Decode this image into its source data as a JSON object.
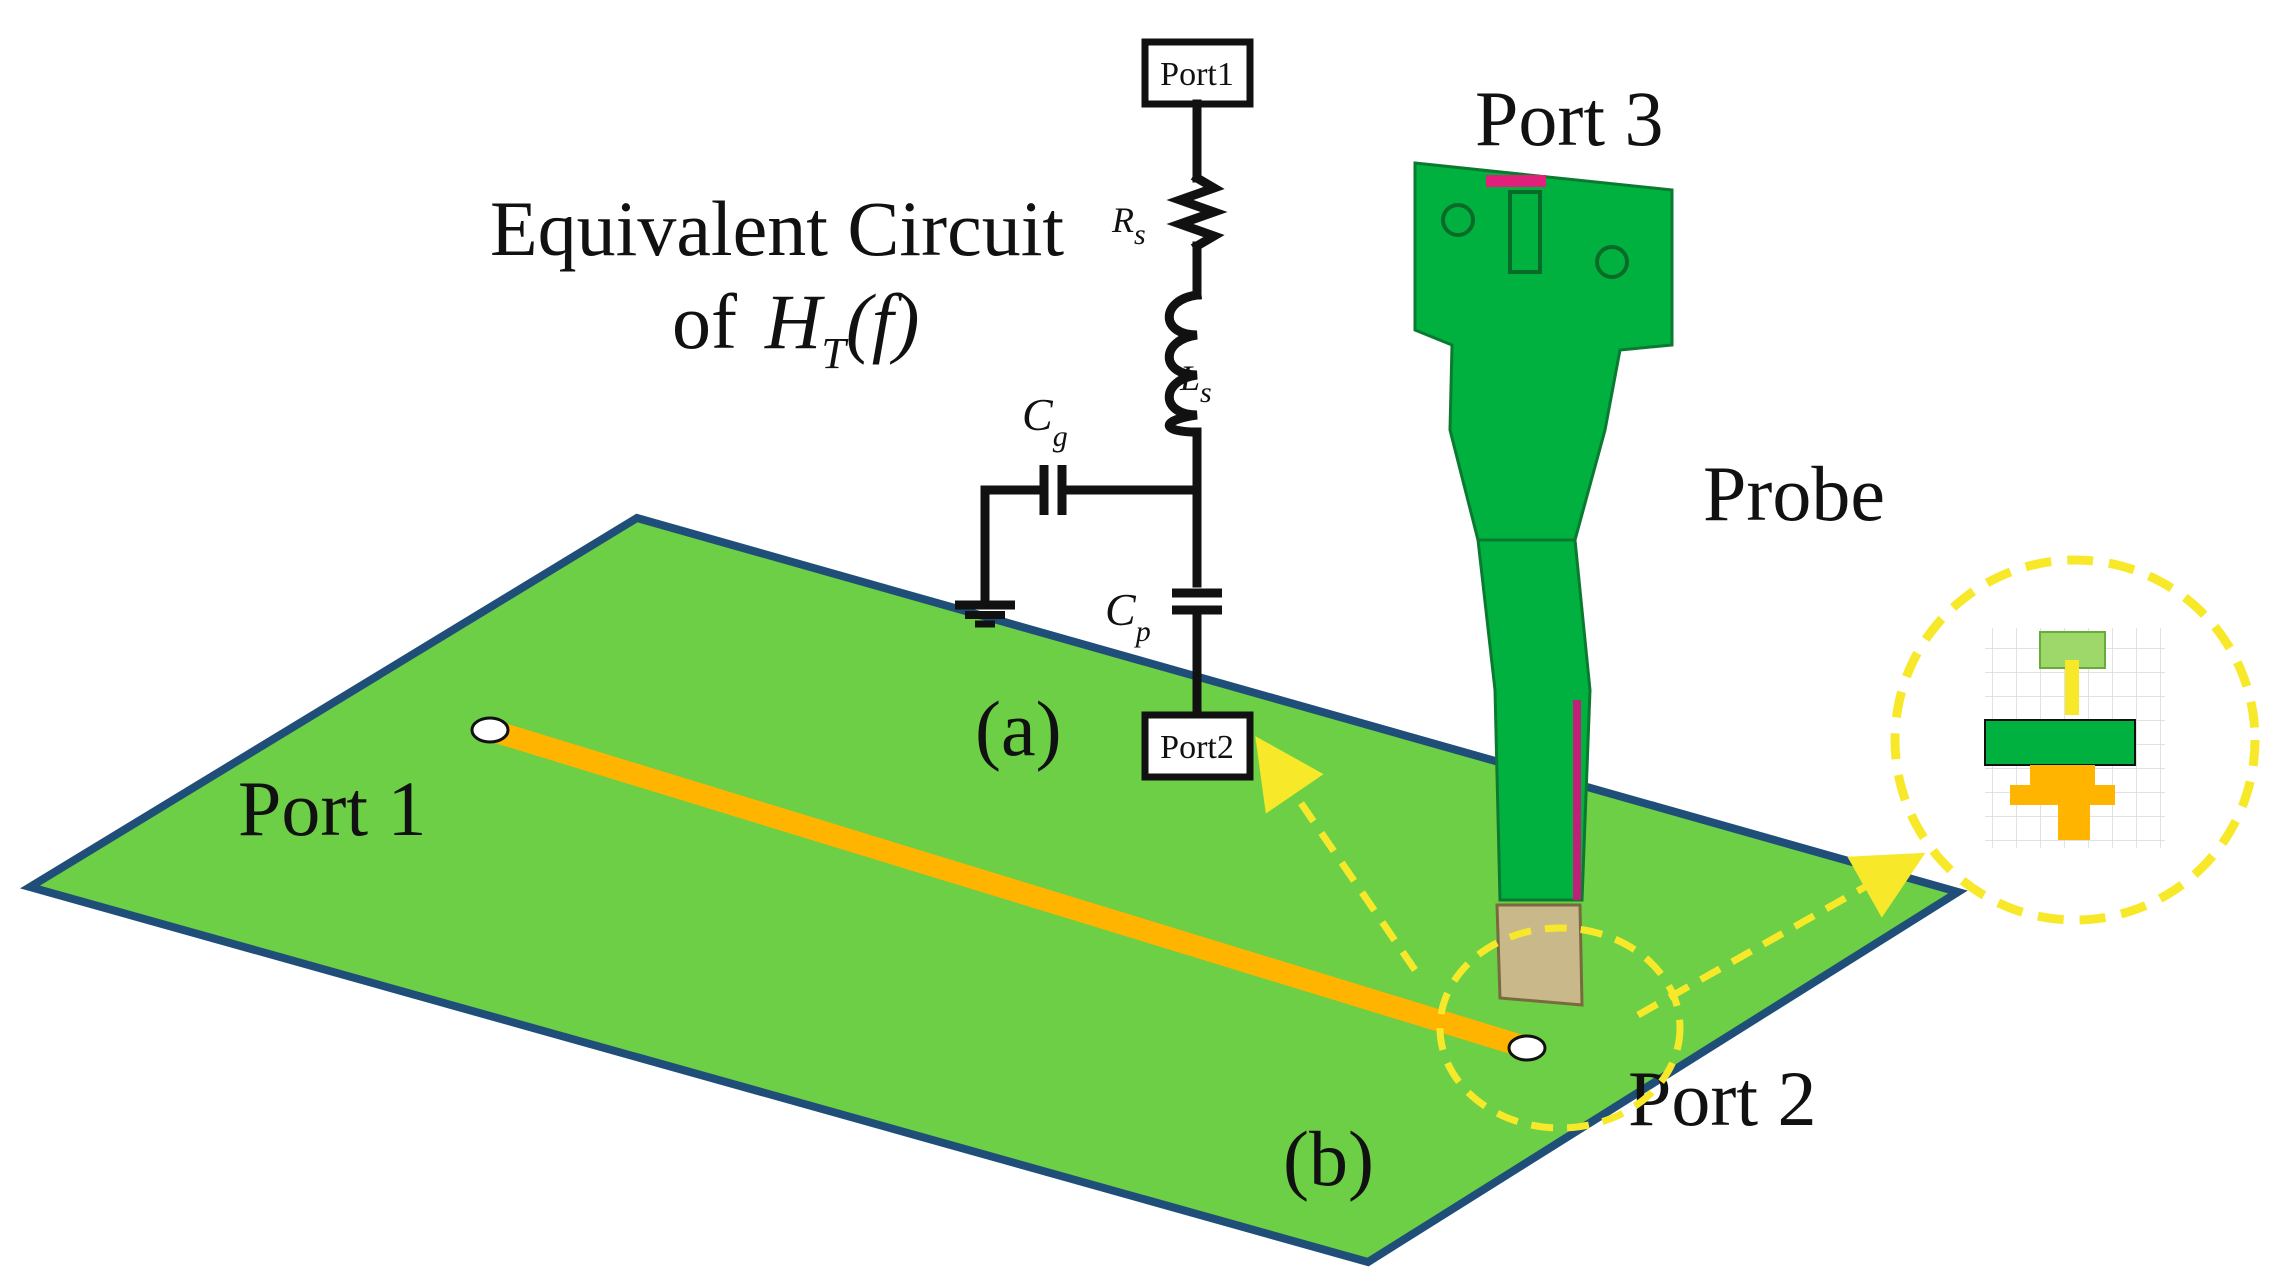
{
  "circuit": {
    "title_line1": "Equivalent Circuit",
    "title_line2_prefix": "of",
    "transfer_symbol": "H",
    "transfer_subscript": "T",
    "transfer_arg": "(f)",
    "port_top": "Port1",
    "port_bottom": "Port2",
    "rs_symbol": "R",
    "rs_sub": "s",
    "ls_symbol": "L",
    "ls_sub": "s",
    "cg_symbol": "C",
    "cg_sub": "g",
    "cp_symbol": "C",
    "cp_sub": "p",
    "panel_label": "(a)"
  },
  "board": {
    "port1_label": "Port 1",
    "port2_label": "Port 2",
    "panel_label": "(b)",
    "board_color": "#6ccf45",
    "border_color": "#1f4e79",
    "trace_color": "#ffb400"
  },
  "probe": {
    "port3_label": "Port 3",
    "probe_label": "Probe",
    "probe_color": "#00b140"
  },
  "highlight": {
    "color": "#f7e92a"
  }
}
